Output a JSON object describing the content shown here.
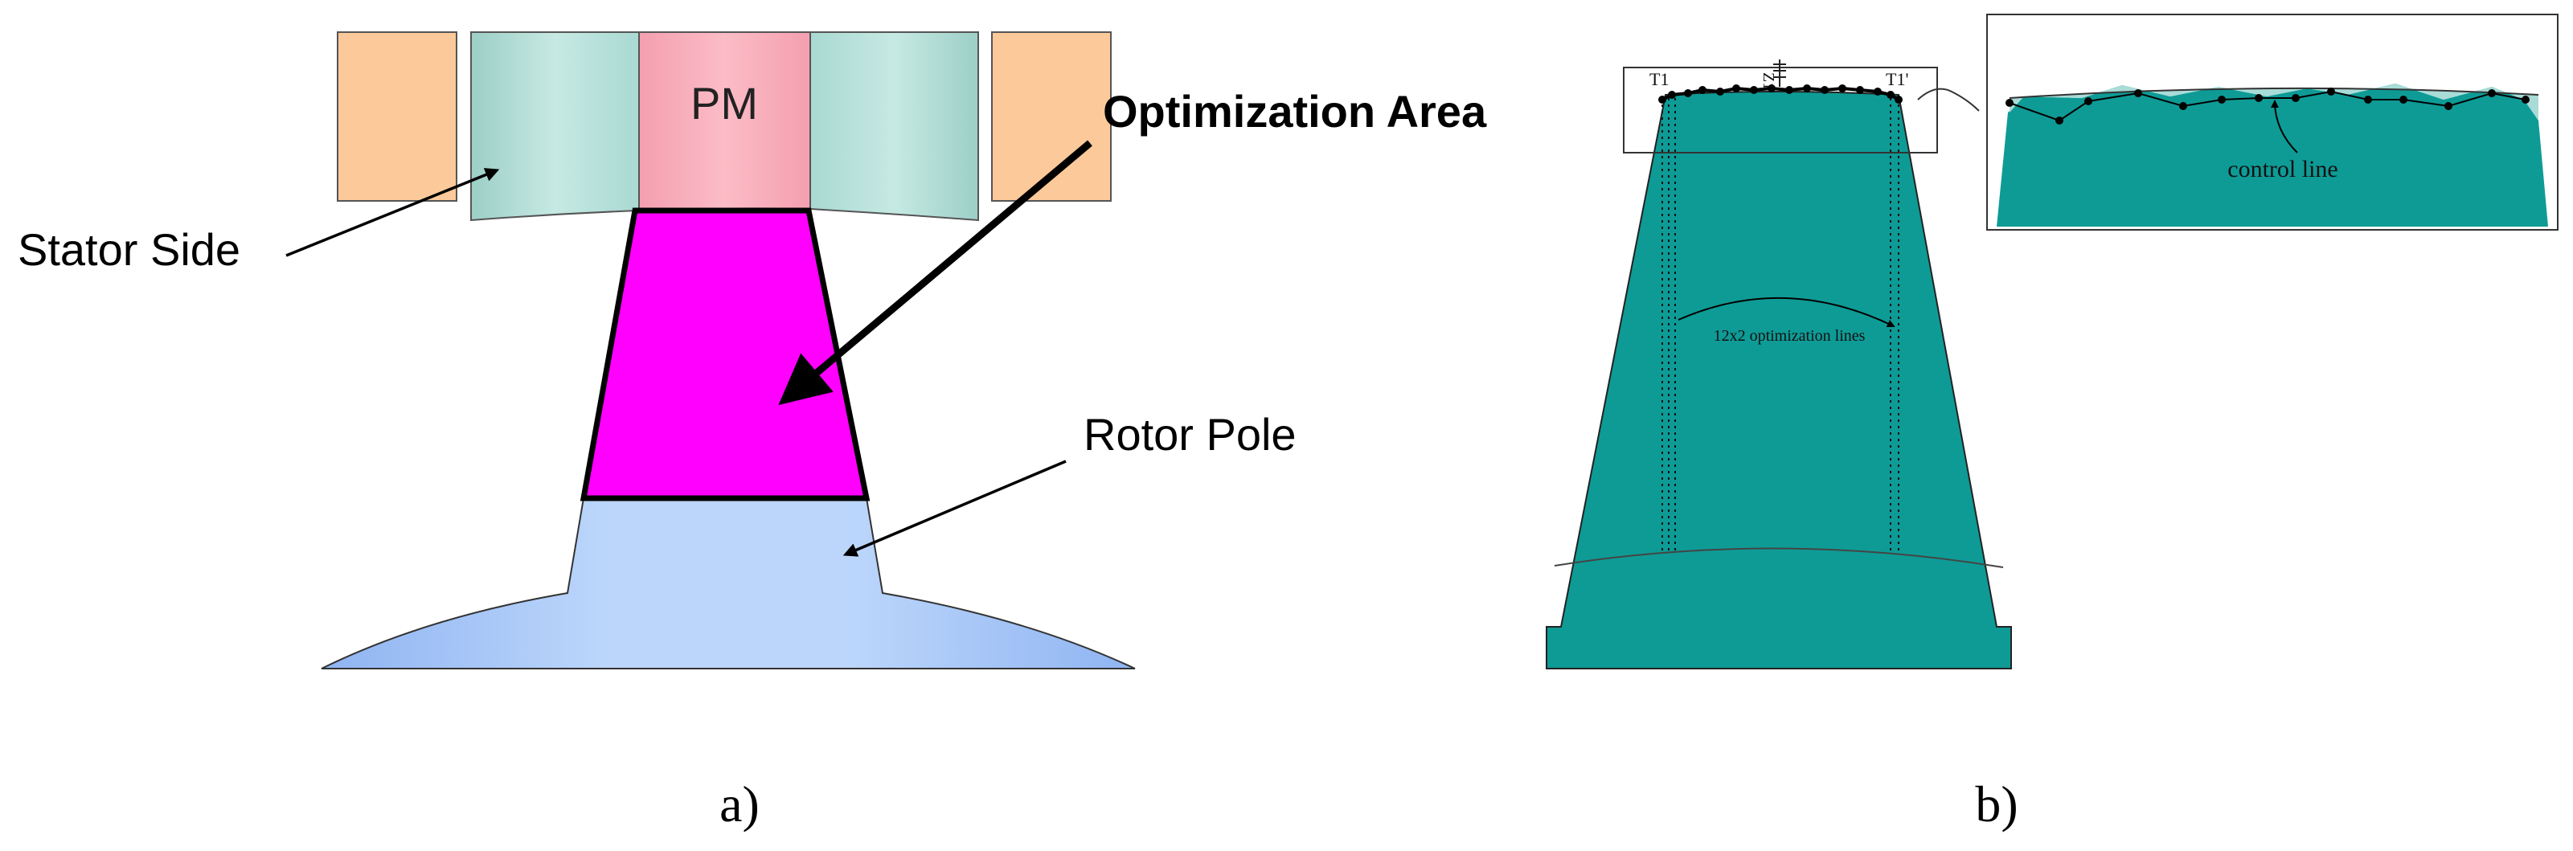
{
  "panel_a": {
    "label": "a)",
    "magnet_label": "PM",
    "optimization_area_label": "Optimization Area",
    "stator_side_label": "Stator Side",
    "rotor_pole_label": "Rotor Pole"
  },
  "panel_b": {
    "label": "b)",
    "marker_left": "T1",
    "marker_right": "T1'",
    "marker_center": "Z1",
    "optimization_lines_label": "12x2 optimization lines",
    "control_line_label": "control line"
  },
  "colors": {
    "stator_teal": "#a9d9d2",
    "stator_orange": "#fcc99a",
    "magnet_pink": "#f7a6b4",
    "optimization_magenta": "#ff00ff",
    "rotor_blue": "#b6d3fb",
    "pole_teal": "#0e9b96"
  }
}
